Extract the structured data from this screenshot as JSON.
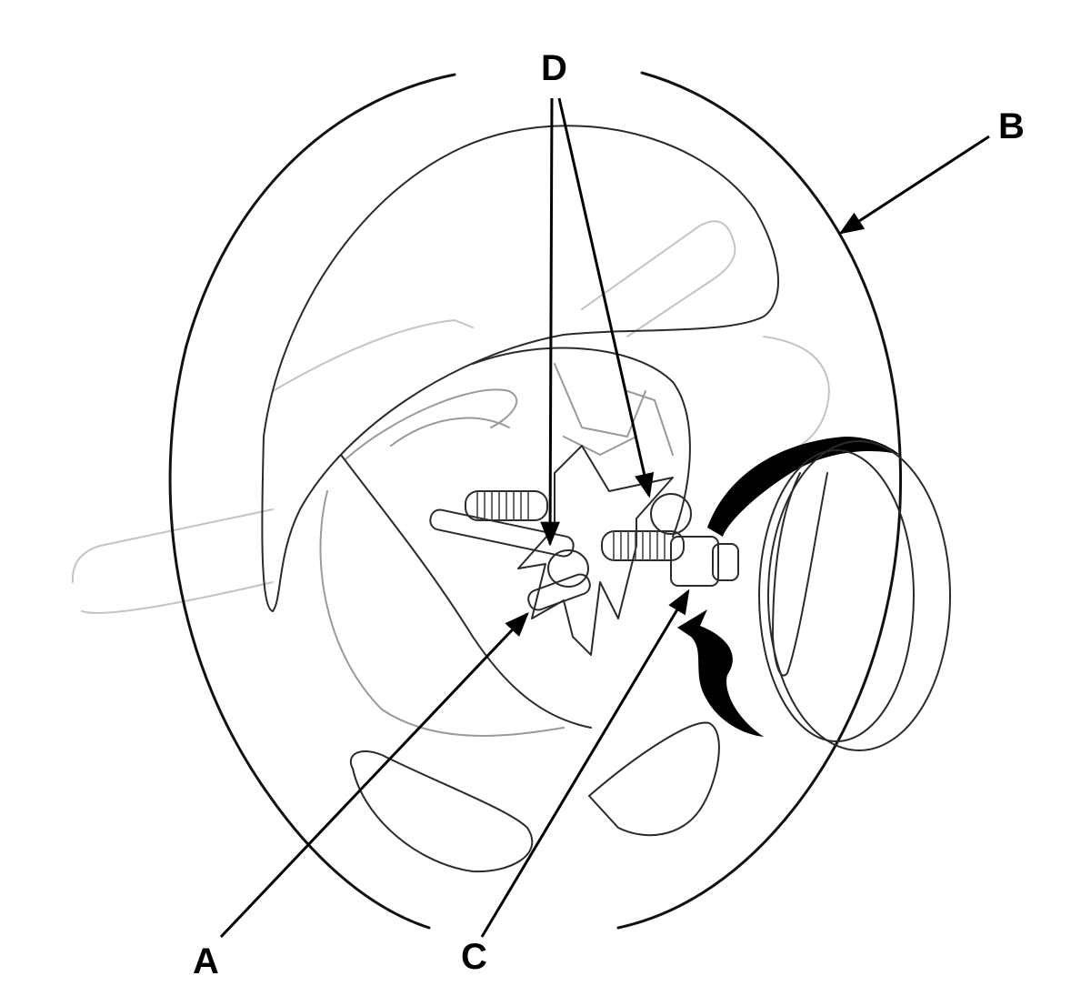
{
  "diagram": {
    "callouts": {
      "a": "A",
      "b": "B",
      "c": "C",
      "d": "D"
    },
    "colors": {
      "line": "#000000",
      "background": "#ffffff"
    },
    "icons": [
      "rotation-arrow-icon",
      "leader-arrow-icon"
    ]
  }
}
